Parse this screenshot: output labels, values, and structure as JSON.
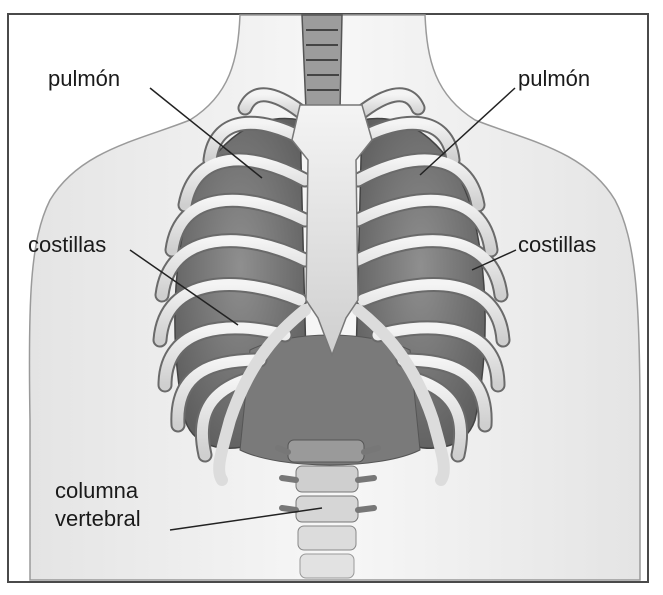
{
  "labels": {
    "lung_left": "pulmón",
    "lung_right": "pulmón",
    "ribs_left": "costillas",
    "ribs_right": "costillas",
    "spine_line1": "columna",
    "spine_line2": "vertebral"
  }
}
